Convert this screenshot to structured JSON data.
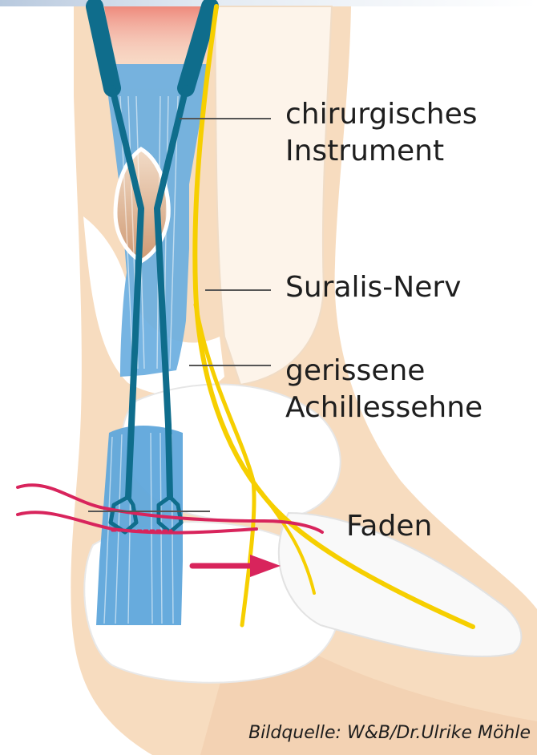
{
  "labels": {
    "instrument_line1": "chirurgisches",
    "instrument_line2": "Instrument",
    "nerve": "Suralis-Nerv",
    "tendon_line1": "gerissene",
    "tendon_line2": "Achillessehne",
    "thread": "Faden"
  },
  "credit": "Bildquelle: W&B/Dr.Ulrike Möhle",
  "colors": {
    "skin": "#f6dcc0",
    "bone": "#ffffff",
    "tendon": "#62a9de",
    "instrument": "#0f6f8e",
    "nerve": "#f5d000",
    "thread": "#d8245c",
    "muscle": "#ec8c80"
  }
}
